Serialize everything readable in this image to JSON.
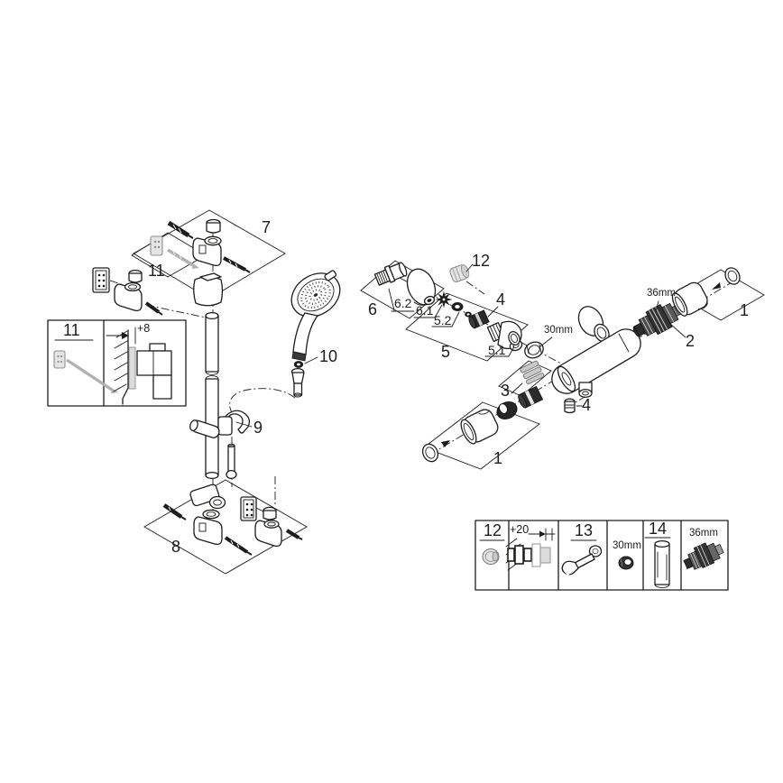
{
  "diagram": {
    "type": "exploded-parts-diagram",
    "product": "thermostatic-shower-mixer-with-rail-set",
    "line_color": "#1d1d1b",
    "gray_part_color": "#9b9b9b"
  },
  "labels": {
    "rail_assembly": {
      "part7": "7",
      "part11": "11",
      "part10": "10",
      "part9": "9",
      "part8": "8"
    },
    "inset": {
      "part11": "11",
      "offset_dim": "+8"
    },
    "mixer_assembly": {
      "part6": "6",
      "part6_2": "6.2",
      "part6_1": "6.1",
      "part5": "5",
      "part5_2": "5.2",
      "part5_1": "5.1",
      "part4_upper": "4",
      "part4_lower": "4",
      "part3": "3",
      "part2": "2",
      "part1_upper": "1",
      "part1_lower": "1",
      "part12": "12",
      "nut_size": "30mm",
      "cartridge_size": "36mm"
    },
    "toolbox": {
      "cell12": "12",
      "extension_dim": "+20",
      "cell13": "13",
      "nut_size": "30mm",
      "cell14": "14",
      "cartridge_size": "36mm"
    }
  }
}
